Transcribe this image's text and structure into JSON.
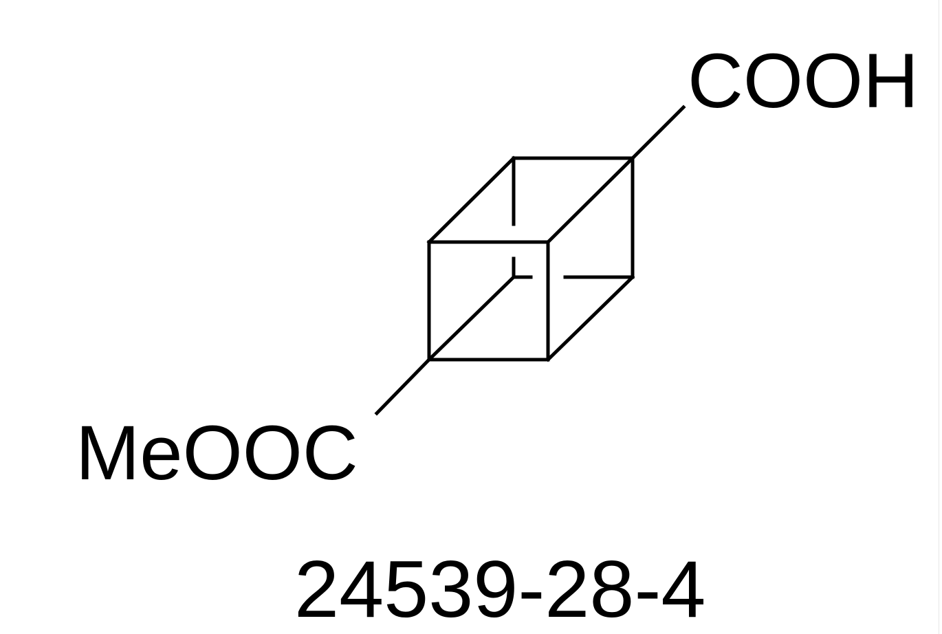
{
  "structure": {
    "substituent_top_right": "COOH",
    "substituent_bottom_left": "MeOOC",
    "core_icon": "cubane-skeleton-icon"
  },
  "caption": {
    "cas_number": "24539-28-4"
  },
  "colors": {
    "ink": "#000000",
    "background": "#ffffff"
  }
}
